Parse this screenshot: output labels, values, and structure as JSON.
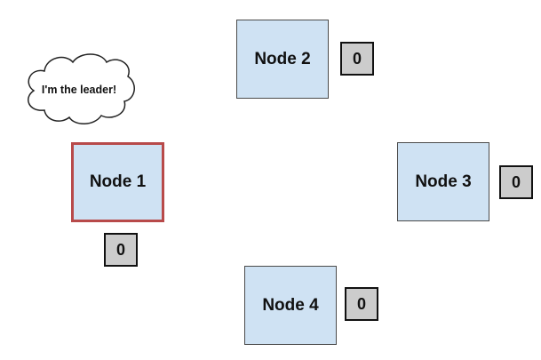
{
  "nodes": [
    {
      "id": "node-1",
      "label": "Node 1",
      "counter": "0",
      "leader": true
    },
    {
      "id": "node-2",
      "label": "Node 2",
      "counter": "0",
      "leader": false
    },
    {
      "id": "node-3",
      "label": "Node 3",
      "counter": "0",
      "leader": false
    },
    {
      "id": "node-4",
      "label": "Node 4",
      "counter": "0",
      "leader": false
    }
  ],
  "speech_bubble": {
    "text": "I'm the leader!"
  },
  "colors": {
    "node_fill": "#cfe2f3",
    "leader_border": "#b84a4a",
    "counter_fill": "#cccccc"
  }
}
